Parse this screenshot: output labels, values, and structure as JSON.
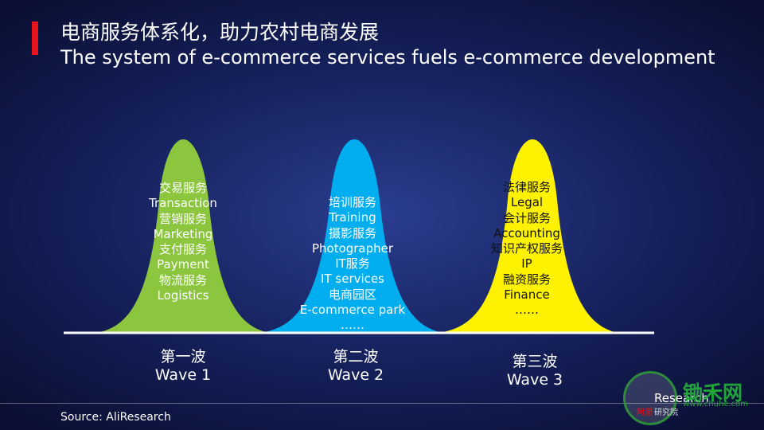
{
  "title_cn": "电商服务体系化，助力农村电商发展",
  "title_en": "The system of e-commerce services fuels e-commerce development",
  "waves": [
    {
      "color": "#8cc63f",
      "items": [
        "交易服务",
        "Transaction",
        "营销服务",
        "Marketing",
        "支付服务",
        "Payment",
        "物流服务",
        "Logistics"
      ],
      "label_cn": "第一波",
      "label_en": "Wave 1"
    },
    {
      "color": "#00aeef",
      "items": [
        "培训服务",
        "Training",
        "摄影服务",
        "Photographer",
        "IT服务",
        "IT services",
        "电商园区",
        "E-commerce park",
        "……"
      ],
      "label_cn": "第二波",
      "label_en": "Wave 2"
    },
    {
      "color": "#fff200",
      "items": [
        "法律服务",
        "Legal",
        "会计服务",
        "Accounting",
        "知识产权服务",
        "IP",
        "融资服务",
        "Finance",
        "……"
      ],
      "label_cn": "第三波",
      "label_en": "Wave 3"
    }
  ],
  "source": "Source: AliResearch",
  "logo": {
    "research": "Research",
    "sub": "研究院",
    "red": "阿里",
    "brand_cn": "锄禾网",
    "brand_url": "www.chuhe.com"
  }
}
